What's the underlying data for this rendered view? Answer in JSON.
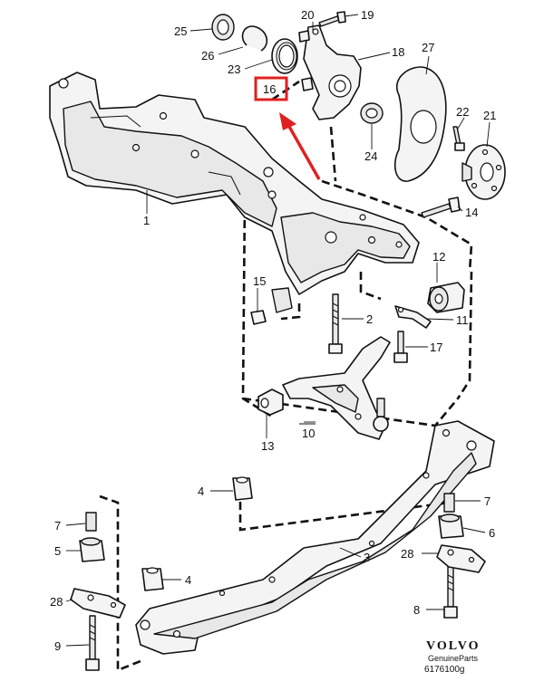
{
  "diagram": {
    "callouts": [
      "1",
      "2",
      "3",
      "4",
      "4",
      "5",
      "6",
      "7",
      "7",
      "8",
      "9",
      "10",
      "11",
      "12",
      "13",
      "14",
      "15",
      "16",
      "17",
      "18",
      "19",
      "20",
      "21",
      "22",
      "23",
      "24",
      "25",
      "26",
      "27",
      "28",
      "28"
    ],
    "highlight": {
      "label": "16",
      "color": "#e02020"
    },
    "accent_color": "#e02020"
  },
  "brand": {
    "logo": "VOLVO",
    "subtitle": "GenuineParts",
    "code": "6176100g"
  }
}
